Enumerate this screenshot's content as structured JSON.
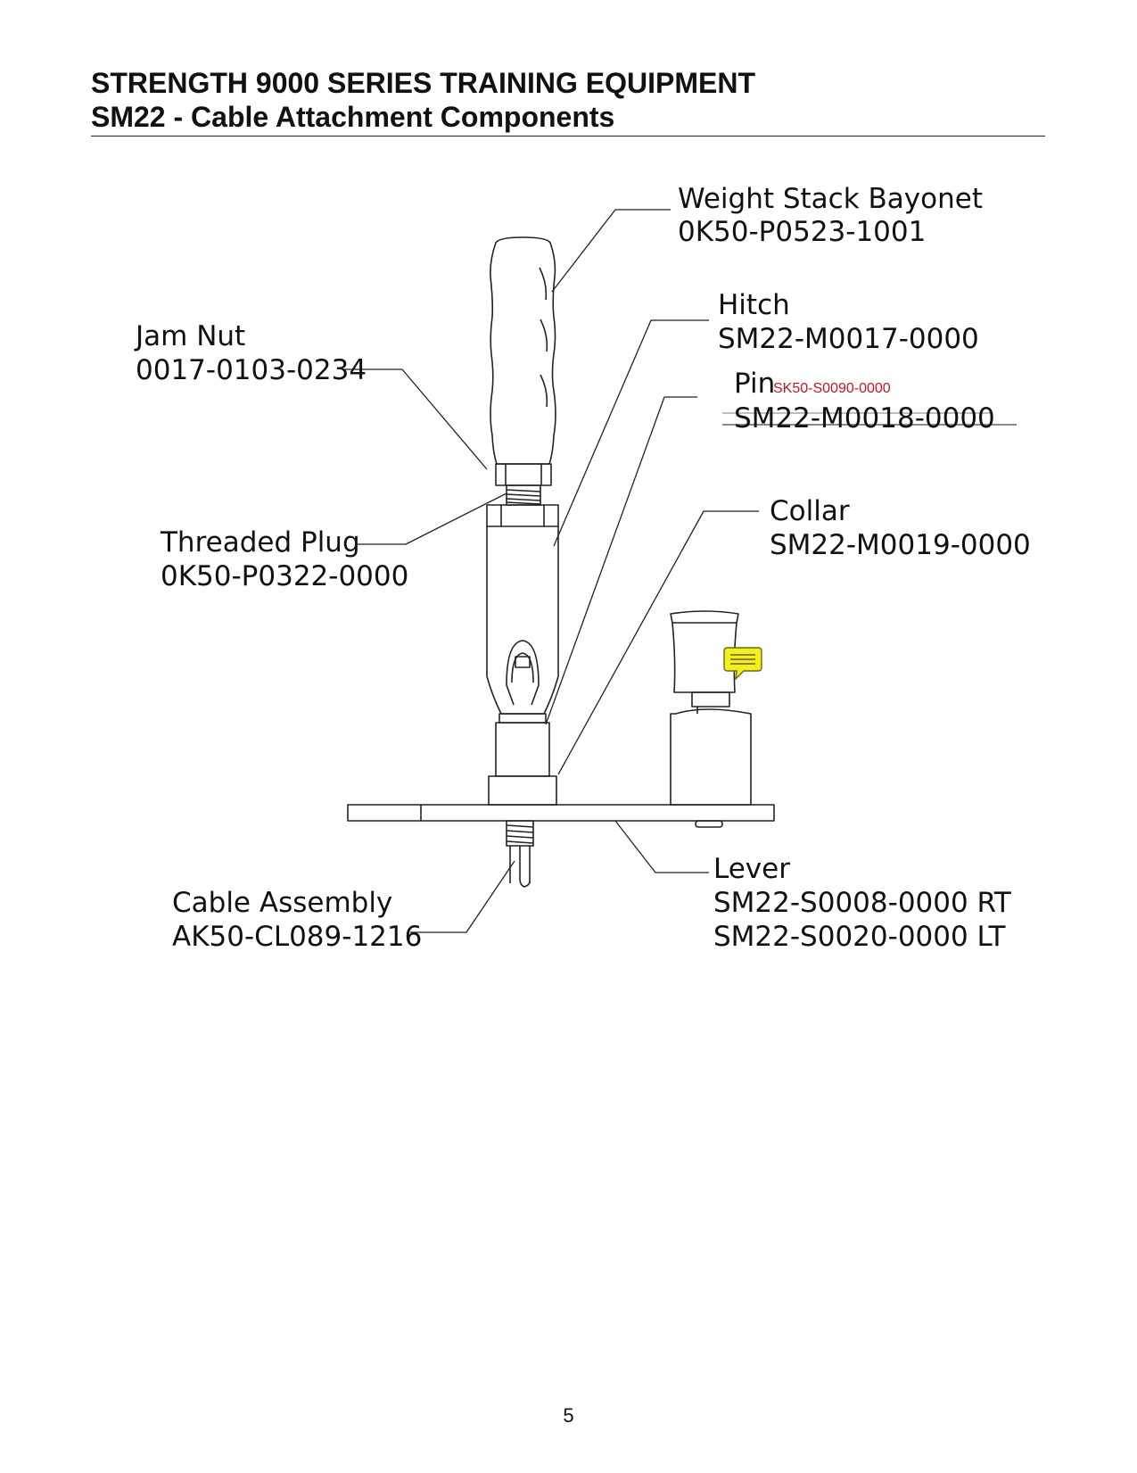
{
  "header": {
    "title": "STRENGTH 9000 SERIES TRAINING EQUIPMENT",
    "subtitle": "SM22 - Cable Attachment Components"
  },
  "parts": {
    "weight_stack_bayonet": {
      "name": "Weight Stack Bayonet",
      "number": "0K50-P0523-1001"
    },
    "hitch": {
      "name": "Hitch",
      "number": "SM22-M0017-0000"
    },
    "jam_nut": {
      "name": "Jam Nut",
      "number": "0017-0103-0234"
    },
    "pin": {
      "name": "Pin",
      "annotation": "SK50-S0090-0000",
      "number": "SM22-M0018-0000"
    },
    "collar": {
      "name": "Collar",
      "number": "SM22-M0019-0000"
    },
    "threaded_plug": {
      "name": "Threaded Plug",
      "number": "0K50-P0322-0000"
    },
    "lever": {
      "name": "Lever",
      "number_rt": "SM22-S0008-0000 RT",
      "number_lt": "SM22-S0020-0000 LT"
    },
    "cable_assembly": {
      "name": "Cable Assembly",
      "number": "AK50-CL089-1216"
    }
  },
  "page_number": "5",
  "colors": {
    "annotation_red": "#c8141e",
    "comment_yellow": "#f2ef1c"
  },
  "icons": [
    "comment-note-icon"
  ]
}
